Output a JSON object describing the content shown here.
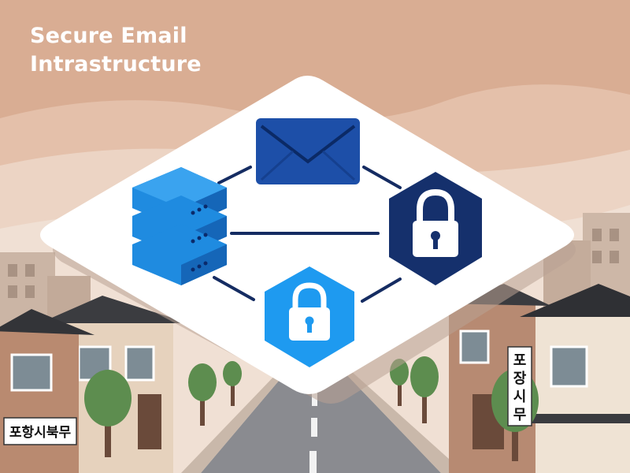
{
  "title": {
    "line1": "Secure Email",
    "line2": "Intrastructure"
  },
  "signs": {
    "left": "포항시북무",
    "right": [
      "포",
      "장",
      "시",
      "무"
    ]
  },
  "icons": {
    "email": "envelope-icon",
    "server": "server-stack-icon",
    "lock_dark": "padlock-icon",
    "lock_light": "padlock-icon"
  },
  "colors": {
    "sky": "#d9ad93",
    "envelope": "#1d4fa8",
    "server": "#1f8be0",
    "lock_dark_badge": "#15306c",
    "lock_light_badge": "#1e9af0",
    "card": "#ffffff",
    "connector": "#152c62"
  }
}
